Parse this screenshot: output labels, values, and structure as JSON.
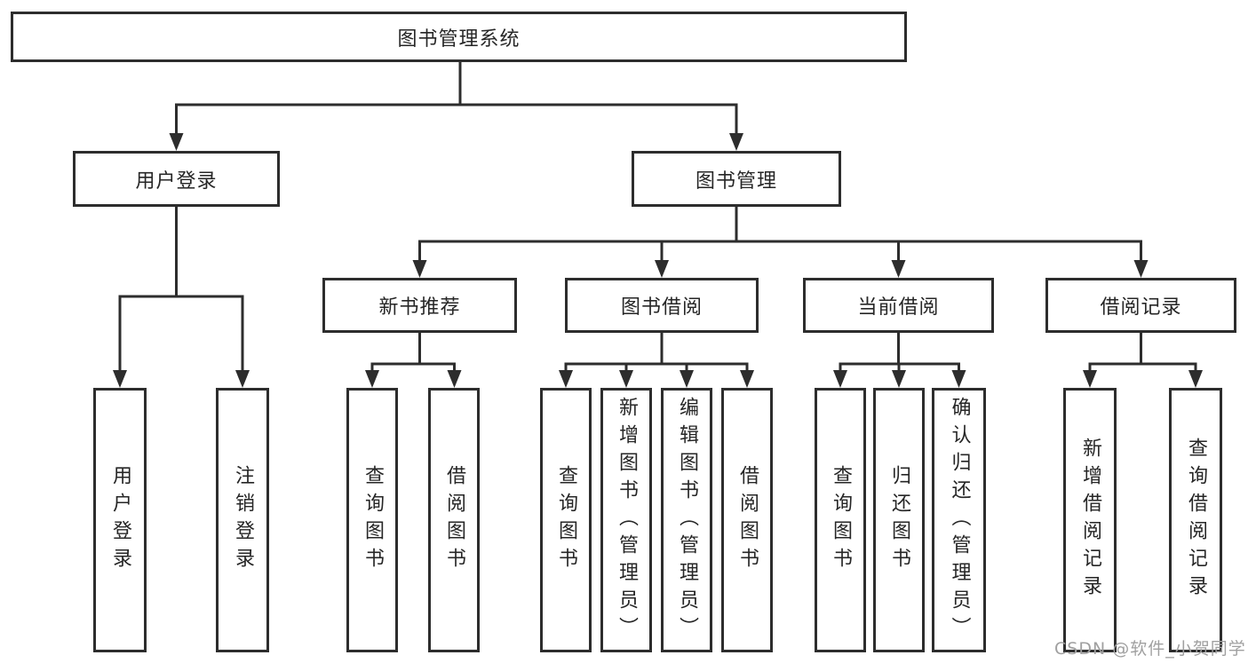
{
  "diagram": {
    "type": "hierarchy-tree",
    "root": {
      "label": "图书管理系统"
    },
    "level1": [
      {
        "label": "用户登录",
        "children": [
          {
            "label": "用户登录"
          },
          {
            "label": "注销登录"
          }
        ]
      },
      {
        "label": "图书管理",
        "children": [
          {
            "label": "新书推荐",
            "children": [
              {
                "label": "查询图书"
              },
              {
                "label": "借阅图书"
              }
            ]
          },
          {
            "label": "图书借阅",
            "children": [
              {
                "label": "查询图书"
              },
              {
                "label": "新增图书（管理员）"
              },
              {
                "label": "编辑图书（管理员）"
              },
              {
                "label": "借阅图书"
              }
            ]
          },
          {
            "label": "当前借阅",
            "children": [
              {
                "label": "查询图书"
              },
              {
                "label": "归还图书"
              },
              {
                "label": "确认归还（管理员）"
              }
            ]
          },
          {
            "label": "借阅记录",
            "children": [
              {
                "label": "新增借阅记录"
              },
              {
                "label": "查询借阅记录"
              }
            ]
          }
        ]
      }
    ],
    "colors": {
      "line": "#2d2d2d",
      "box_border": "#2d2d2d",
      "box_fill": "#ffffff",
      "text": "#262626",
      "background": "#ffffff",
      "watermark": "#a0a0a0"
    }
  },
  "watermark": {
    "text": "CSDN @软件_小贺同学"
  }
}
